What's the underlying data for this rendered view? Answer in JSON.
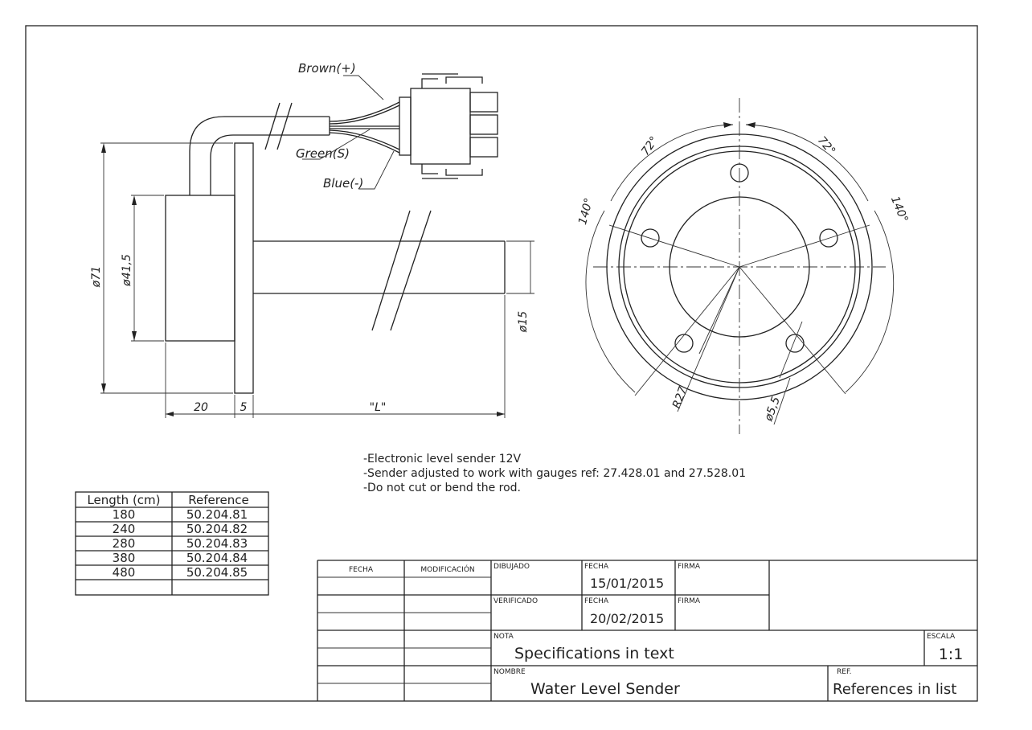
{
  "drawing": {
    "wires": {
      "brown": "Brown(+)",
      "green": "Green(S)",
      "blue": "Blue(-)"
    },
    "dims": {
      "d71": "ø71",
      "d41": "ø41,5",
      "d15": "ø15",
      "w20": "20",
      "w5": "5",
      "L": "\"L\"",
      "a72_left": "72°",
      "a72_right": "72°",
      "a140_left": "140°",
      "a140_right": "140°",
      "r27": "R27",
      "d55": "ø5,5"
    }
  },
  "notes": [
    "-Electronic level sender 12V",
    "-Sender adjusted to work with gauges ref: 27.428.01 and 27.528.01",
    "-Do not cut or bend the rod."
  ],
  "ref_table": {
    "headers": [
      "Length (cm)",
      "Reference"
    ],
    "rows": [
      [
        "180",
        "50.204.81"
      ],
      [
        "240",
        "50.204.82"
      ],
      [
        "280",
        "50.204.83"
      ],
      [
        "380",
        "50.204.84"
      ],
      [
        "480",
        "50.204.85"
      ]
    ]
  },
  "title_block": {
    "fecha_col": "FECHA",
    "modificacion_col": "MODIFICACIÓN",
    "dibujado_label": "DIBUJADO",
    "dibujado_fecha_label": "FECHA",
    "dibujado_fecha": "15/01/2015",
    "dibujado_firma_label": "FIRMA",
    "verificado_label": "VERIFICADO",
    "verificado_fecha_label": "FECHA",
    "verificado_fecha": "20/02/2015",
    "verificado_firma_label": "FIRMA",
    "nota_label": "NOTA",
    "nota": "Specifications in text",
    "escala_label": "ESCALA",
    "escala": "1:1",
    "nombre_label": "NOMBRE",
    "nombre": "Water Level Sender",
    "ref_label": "REF.",
    "ref": "References in list"
  }
}
